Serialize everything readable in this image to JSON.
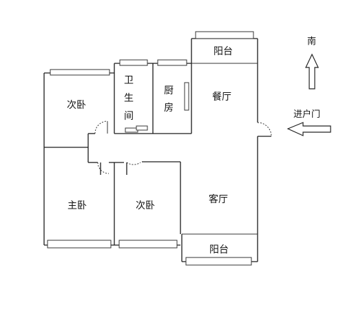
{
  "rooms": {
    "balcony_top": "阳台",
    "bath_1": "卫",
    "bath_2": "生",
    "bath_3": "间",
    "kitchen_1": "厨",
    "kitchen_2": "房",
    "dining": "餐厅",
    "bedroom_nw": "次卧",
    "master": "主卧",
    "bedroom_s": "次卧",
    "living": "客厅",
    "balcony_bottom": "阳台"
  },
  "annotations": {
    "north_label": "南",
    "entrance_label": "进户门"
  }
}
